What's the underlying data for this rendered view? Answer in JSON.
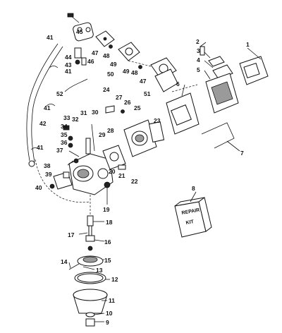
{
  "diagram": {
    "callouts": [
      "1",
      "2",
      "3",
      "4",
      "5",
      "6",
      "7",
      "8",
      "9",
      "10",
      "11",
      "12",
      "13",
      "14",
      "15",
      "16",
      "17",
      "18",
      "19",
      "20",
      "21",
      "22",
      "23",
      "24",
      "25",
      "26",
      "27",
      "28",
      "29",
      "30",
      "31",
      "32",
      "33",
      "34",
      "35",
      "36",
      "37",
      "38",
      "39",
      "40",
      "41",
      "42",
      "43",
      "44",
      "45",
      "46",
      "47",
      "48",
      "49",
      "50",
      "51",
      "52"
    ],
    "repair_kit_label": [
      "REPAIR",
      "KIT"
    ]
  }
}
